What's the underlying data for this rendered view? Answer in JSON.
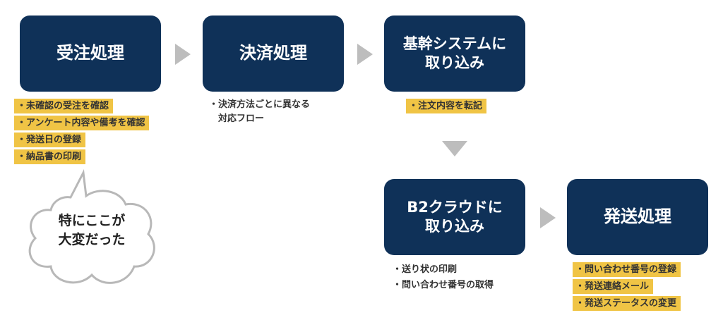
{
  "steps": [
    {
      "title": "受注処理",
      "notes": [
        "・未確認の受注を確認",
        "・アンケート内容や備考を確認",
        "・発送日の登録",
        "・納品書の印刷"
      ]
    },
    {
      "title": "決済処理",
      "notes": [
        "・決済方法ごとに異なる",
        "　対応フロー"
      ]
    },
    {
      "title_lines": [
        "基幹システムに",
        "取り込み"
      ],
      "notes": [
        "・注文内容を転記"
      ]
    },
    {
      "title_lines": [
        "B2クラウドに",
        "取り込み"
      ],
      "notes": [
        "・送り状の印刷",
        "・問い合わせ番号の取得"
      ]
    },
    {
      "title": "発送処理",
      "notes": [
        "・問い合わせ番号の登録",
        "・発送連絡メール",
        "・発送ステータスの変更"
      ]
    }
  ],
  "callout": {
    "lines": [
      "特にここが",
      "大変だった"
    ]
  },
  "colors": {
    "navy": "#0f3158",
    "highlight": "#f0c445",
    "arrow": "#bdbdbd"
  }
}
